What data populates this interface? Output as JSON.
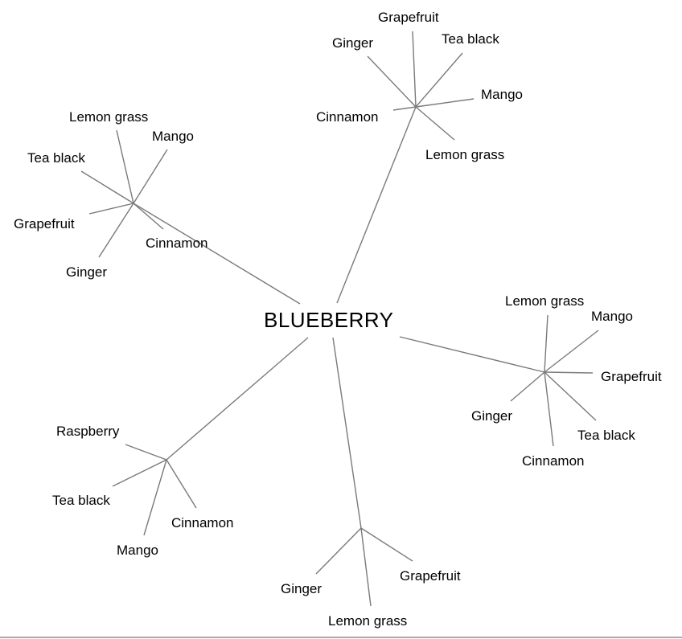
{
  "root": {
    "label": "BLUEBERRY"
  },
  "branches": [
    {
      "id": "top",
      "leaves": [
        "Grapefruit",
        "Ginger",
        "Tea black",
        "Mango",
        "Cinnamon",
        "Lemon grass"
      ]
    },
    {
      "id": "upper-left",
      "leaves": [
        "Lemon grass",
        "Mango",
        "Tea black",
        "Grapefruit",
        "Cinnamon",
        "Ginger"
      ]
    },
    {
      "id": "right",
      "leaves": [
        "Lemon grass",
        "Mango",
        "Grapefruit",
        "Ginger",
        "Tea black",
        "Cinnamon"
      ]
    },
    {
      "id": "lower-left",
      "leaves": [
        "Raspberry",
        "Tea black",
        "Cinnamon",
        "Mango"
      ]
    },
    {
      "id": "bottom",
      "leaves": [
        "Ginger",
        "Grapefruit",
        "Lemon grass"
      ]
    }
  ],
  "colors": {
    "edge": "#7a7a7a",
    "text": "#000000",
    "background": "#ffffff"
  }
}
